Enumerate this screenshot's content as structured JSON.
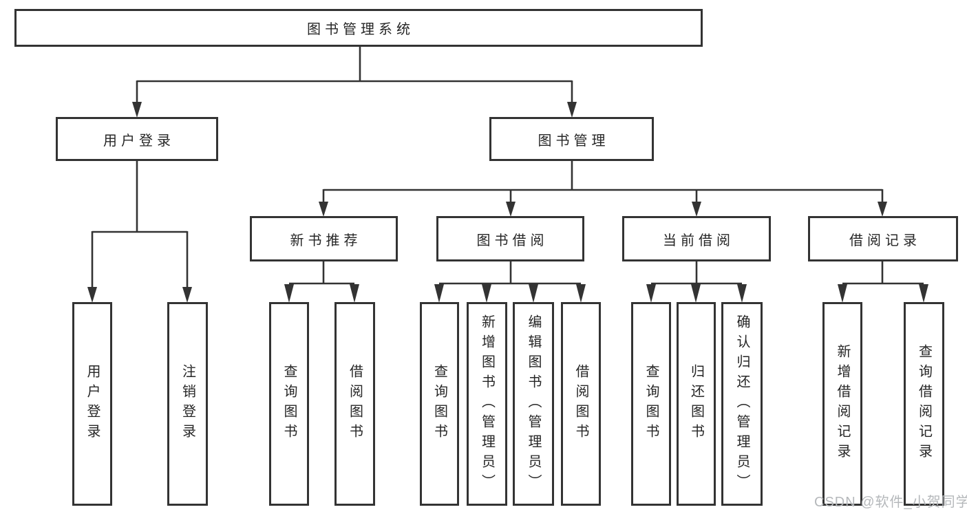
{
  "diagram": {
    "title": "图书管理系统",
    "nodes": {
      "root": {
        "label": "图书管理系统"
      },
      "user_login": {
        "label": "用户登录"
      },
      "book_mgmt": {
        "label": "图书管理"
      },
      "new_book_rec": {
        "label": "新书推荐"
      },
      "book_borrow": {
        "label": "图书借阅"
      },
      "current_borrow": {
        "label": "当前借阅"
      },
      "borrow_records": {
        "label": "借阅记录"
      },
      "leaf_user_login": {
        "label": "用户登录"
      },
      "leaf_logout": {
        "label": "注销登录"
      },
      "leaf_rec_query_books": {
        "label": "查询图书"
      },
      "leaf_rec_borrow_books": {
        "label": "借阅图书"
      },
      "leaf_bor_query_books": {
        "label": "查询图书"
      },
      "leaf_bor_add_books": {
        "label": "新增图书（管理员）"
      },
      "leaf_bor_edit_books": {
        "label": "编辑图书（管理员）"
      },
      "leaf_bor_borrow_books": {
        "label": "借阅图书"
      },
      "leaf_cur_query_books": {
        "label": "查询图书"
      },
      "leaf_cur_return_books": {
        "label": "归还图书"
      },
      "leaf_cur_confirm_return": {
        "label": "确认归还（管理员）"
      },
      "leaf_recd_add_record": {
        "label": "新增借阅记录"
      },
      "leaf_recd_query_record": {
        "label": "查询借阅记录"
      }
    },
    "colors": {
      "line": "#333333",
      "box_border": "#333333",
      "box_background": "#ffffff",
      "text": "#262626",
      "watermark": "#b5b8bb"
    }
  },
  "watermark": {
    "text": "CSDN @软件_小贺同学"
  }
}
